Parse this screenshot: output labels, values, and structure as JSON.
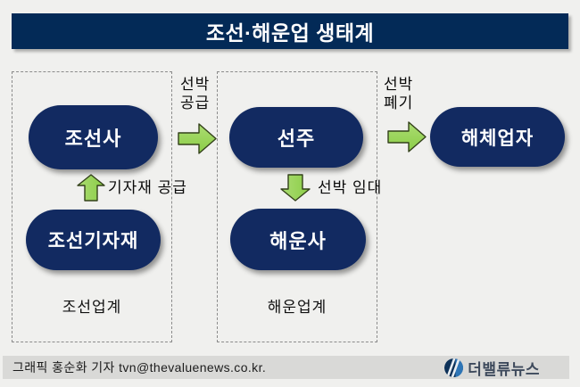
{
  "title": "조선·해운업 생태계",
  "groups": {
    "shipbuilding": {
      "caption": "조선업계"
    },
    "shipping": {
      "caption": "해운업계"
    }
  },
  "nodes": {
    "shipbuilder": "조선사",
    "equipment": "조선기자재",
    "shipowner": "선주",
    "shipping_co": "해운사",
    "dismantler": "해체업자"
  },
  "flows": {
    "ship_supply": "선박\n공급",
    "ship_disposal": "선박\n폐기",
    "equipment_supply": "기자재 공급",
    "ship_lease": "선박 임대"
  },
  "footer": {
    "credit": "그래픽 홍순화 기자 tvn@thevaluenews.co.kr.",
    "logo_text": "더밸류뉴스"
  },
  "colors": {
    "title_bar": "#032a57",
    "node_navy": "#122a61",
    "arrow_green": "#9bd45b",
    "arrow_outline": "#33411a",
    "background": "#f0f0ee",
    "footer_bar": "#d9d9d7",
    "logo_navy": "#0d3158",
    "logo_blue": "#2e75b6"
  }
}
